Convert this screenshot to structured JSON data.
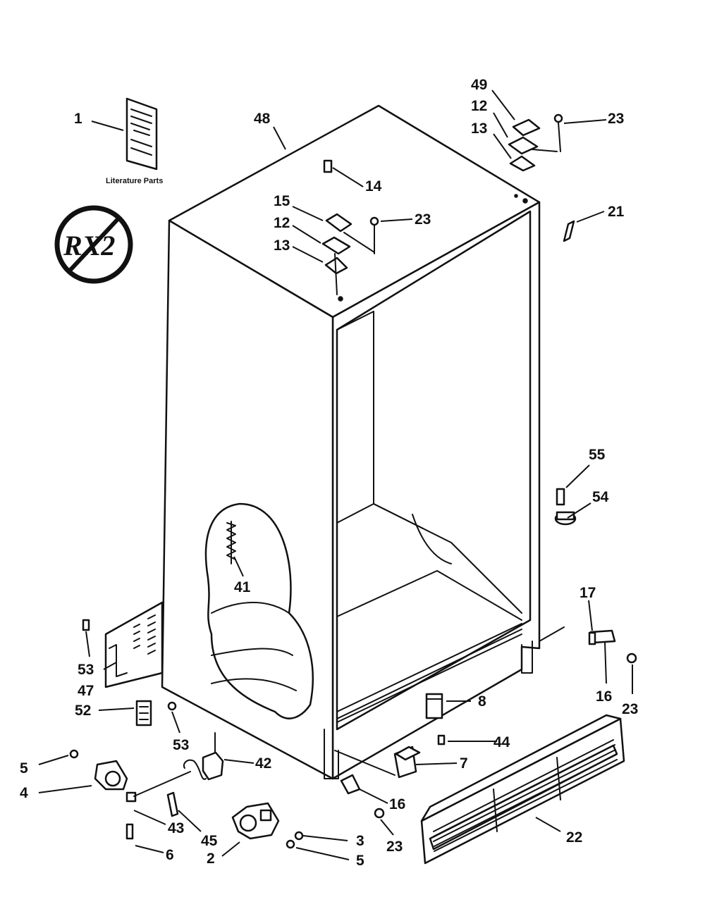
{
  "literature_caption": "Literature Parts",
  "logo_text": "RX2",
  "callouts": [
    {
      "id": "c1",
      "text": "1"
    },
    {
      "id": "c48",
      "text": "48"
    },
    {
      "id": "c49",
      "text": "49"
    },
    {
      "id": "c12a",
      "text": "12"
    },
    {
      "id": "c13a",
      "text": "13"
    },
    {
      "id": "c23a",
      "text": "23"
    },
    {
      "id": "c14",
      "text": "14"
    },
    {
      "id": "c15",
      "text": "15"
    },
    {
      "id": "c12b",
      "text": "12"
    },
    {
      "id": "c13b",
      "text": "13"
    },
    {
      "id": "c23b",
      "text": "23"
    },
    {
      "id": "c21",
      "text": "21"
    },
    {
      "id": "c55",
      "text": "55"
    },
    {
      "id": "c54",
      "text": "54"
    },
    {
      "id": "c41",
      "text": "41"
    },
    {
      "id": "c17",
      "text": "17"
    },
    {
      "id": "c53a",
      "text": "53"
    },
    {
      "id": "c47",
      "text": "47"
    },
    {
      "id": "c16a",
      "text": "16"
    },
    {
      "id": "c23c",
      "text": "23"
    },
    {
      "id": "c8",
      "text": "8"
    },
    {
      "id": "c52",
      "text": "52"
    },
    {
      "id": "c53b",
      "text": "53"
    },
    {
      "id": "c44",
      "text": "44"
    },
    {
      "id": "c42",
      "text": "42"
    },
    {
      "id": "c5a",
      "text": "5"
    },
    {
      "id": "c7",
      "text": "7"
    },
    {
      "id": "c4",
      "text": "4"
    },
    {
      "id": "c16b",
      "text": "16"
    },
    {
      "id": "c43",
      "text": "43"
    },
    {
      "id": "c45",
      "text": "45"
    },
    {
      "id": "c3",
      "text": "3"
    },
    {
      "id": "c23d",
      "text": "23"
    },
    {
      "id": "c22",
      "text": "22"
    },
    {
      "id": "c6",
      "text": "6"
    },
    {
      "id": "c2",
      "text": "2"
    },
    {
      "id": "c5b",
      "text": "5"
    }
  ]
}
